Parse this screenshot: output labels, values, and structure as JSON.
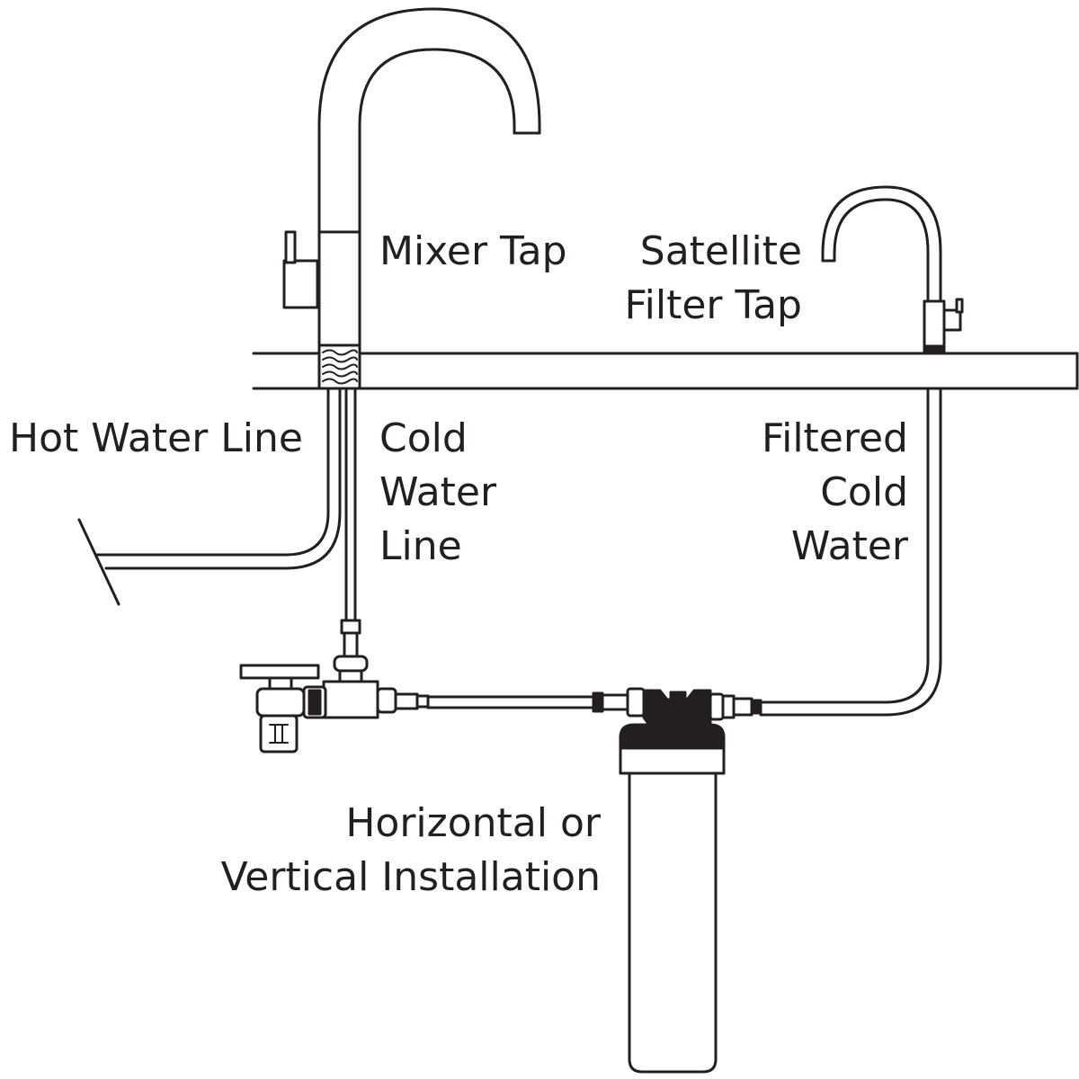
{
  "labels": {
    "mixer_tap": "Mixer Tap",
    "satellite_tap": [
      "Satellite",
      "Filter Tap"
    ],
    "hot_water_line": "Hot Water Line",
    "cold_water_line": [
      "Cold",
      "Water",
      "Line"
    ],
    "filtered_cold_water": [
      "Filtered",
      "Cold",
      "Water"
    ],
    "installation_note": [
      "Horizontal or",
      "Vertical Installation"
    ]
  },
  "colors": {
    "line": "#231f20",
    "background": "#ffffff"
  }
}
